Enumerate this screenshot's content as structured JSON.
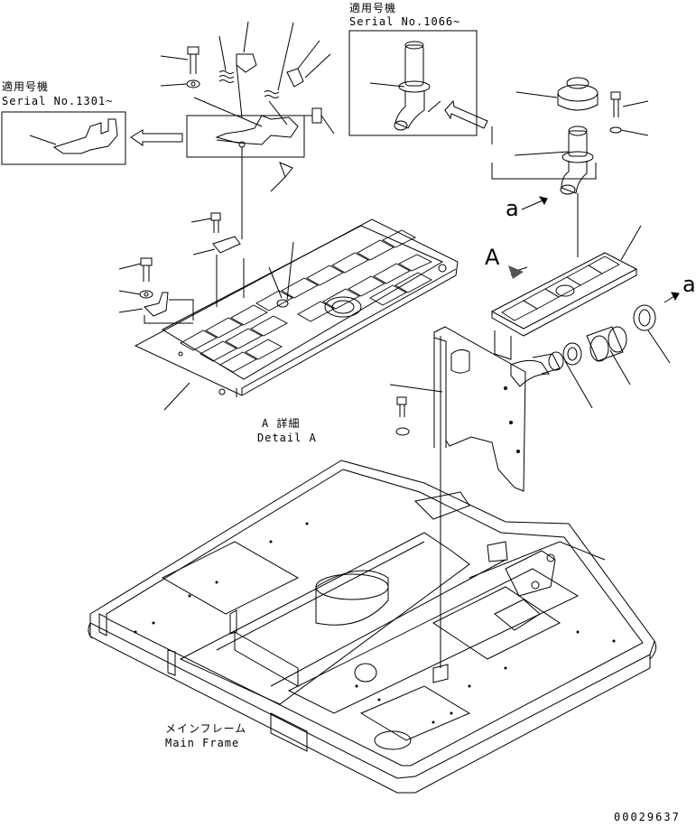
{
  "applicable_top_left": {
    "jp": "適用号機",
    "serial": "Serial No.1301~"
  },
  "applicable_top_center": {
    "jp": "適用号機",
    "serial": "Serial No.1066~"
  },
  "detail_label": {
    "jp": "A 詳細",
    "en": "Detail A"
  },
  "main_frame": {
    "jp": "メインフレーム",
    "en": "Main Frame"
  },
  "view_markers": {
    "a_left": "a",
    "a_right": "a",
    "A": "A"
  },
  "drawing_number": "00029637"
}
